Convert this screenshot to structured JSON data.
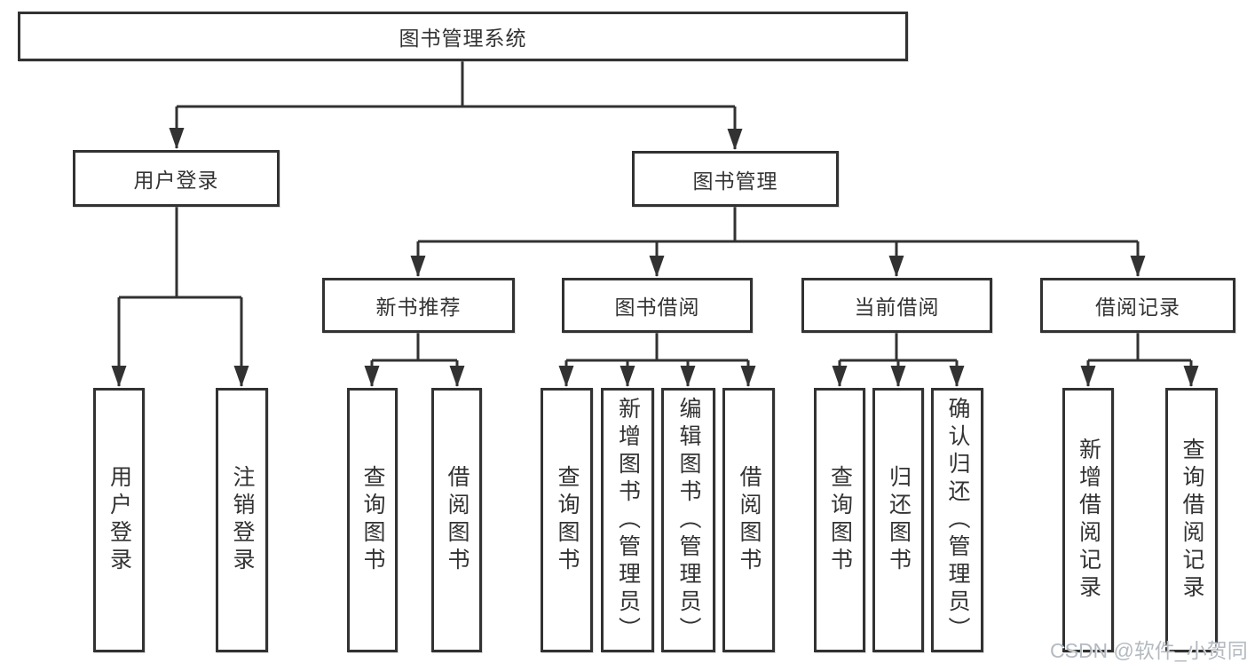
{
  "diagram": {
    "title_node": "图书管理系统",
    "nodes": {
      "user_login": "用户登录",
      "book_mgmt": "图书管理",
      "new_book_rec": "新书推荐",
      "book_borrow": "图书借阅",
      "current_borrow": "当前借阅",
      "borrow_records": "借阅记录",
      "leaf_user_login": "用户登录",
      "leaf_logout": "注销登录",
      "nb_query_books": "查询图书",
      "nb_borrow_books": "借阅图书",
      "bb_query_books": "查询图书",
      "bb_add_books": "新增图书（管理员）",
      "bb_edit_books": "编辑图书（管理员）",
      "bb_borrow_books": "借阅图书",
      "cb_query_books": "查询图书",
      "cb_return_books": "归还图书",
      "cb_confirm_return": "确认归还（管理员）",
      "br_add_record": "新增借阅记录",
      "br_query_record": "查询借阅记录"
    },
    "line_color": "#333333",
    "background_color": "#ffffff"
  },
  "watermark": "CSDN @软件_小贺同学"
}
